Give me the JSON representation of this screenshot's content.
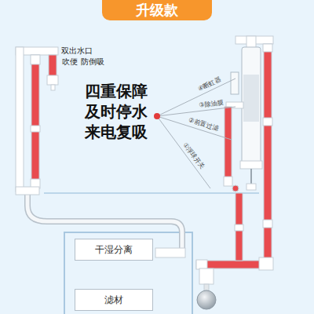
{
  "diagram": {
    "title": "升级款",
    "nodes": [
      {
        "text": [
          "干湿分离"
        ]
      },
      {
        "text": [
          "滤材"
        ]
      }
    ],
    "labels": [
      "双出水口",
      "吹便 防倒吸",
      "四重保障",
      "及时停水",
      "来电复吸",
      "④断虹器",
      "③除油膜",
      "②前置过滤",
      "①浮球开关"
    ]
  }
}
